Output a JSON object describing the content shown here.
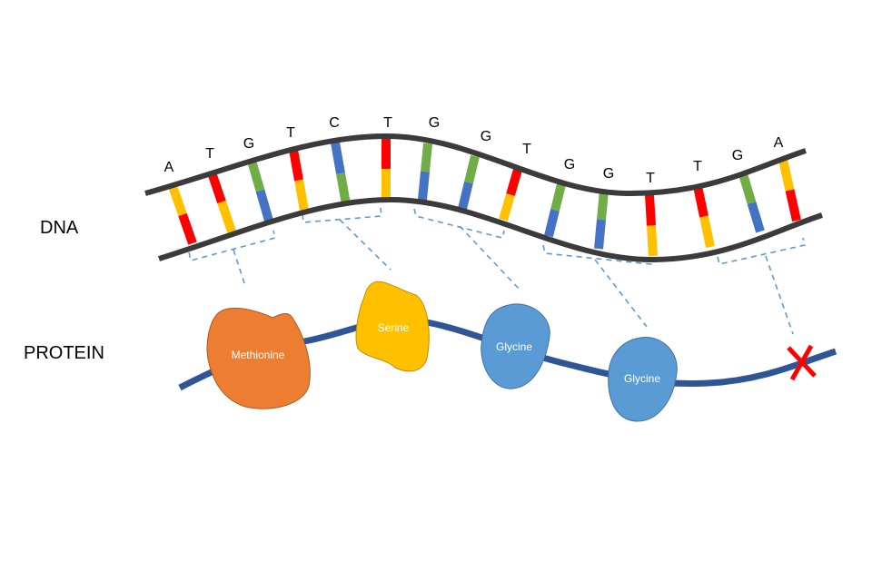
{
  "labels": {
    "dna": "DNA",
    "protein": "PROTEIN"
  },
  "dna": {
    "sequence": [
      "A",
      "T",
      "G",
      "T",
      "C",
      "T",
      "G",
      "G",
      "T",
      "G",
      "G",
      "T",
      "T",
      "G",
      "A"
    ],
    "pair_colors": {
      "A": [
        "#ffc000",
        "#ff0000"
      ],
      "T": [
        "#ff0000",
        "#ffc000"
      ],
      "G": [
        "#70ad47",
        "#4472c4"
      ],
      "C": [
        "#4472c4",
        "#70ad47"
      ]
    },
    "strand_color": "#3b3b3b"
  },
  "protein": {
    "amino_acids": [
      {
        "name": "Methionine",
        "color": "#ed7d31"
      },
      {
        "name": "Serine",
        "color": "#ffc000"
      },
      {
        "name": "Glycine",
        "color": "#5b9bd5"
      },
      {
        "name": "Glycine",
        "color": "#5b9bd5"
      }
    ],
    "stop_marker": "stop-x",
    "chain_color": "#2f5597",
    "connector_color": "#5b9bd5"
  }
}
